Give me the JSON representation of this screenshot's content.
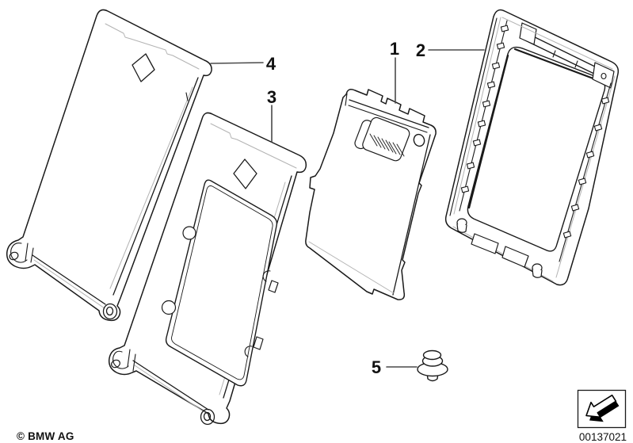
{
  "diagram": {
    "callouts": [
      {
        "label": "1"
      },
      {
        "label": "2"
      },
      {
        "label": "3"
      },
      {
        "label": "4"
      },
      {
        "label": "5"
      }
    ],
    "footer": {
      "copyright": "© BMW AG",
      "diagram_number": "00137021"
    },
    "icons": [
      {
        "name": "direction-arrow-icon"
      }
    ],
    "colors": {
      "line": "#1a1a1a",
      "accent_gray": "#b3b3b3",
      "background": "#ffffff"
    }
  }
}
